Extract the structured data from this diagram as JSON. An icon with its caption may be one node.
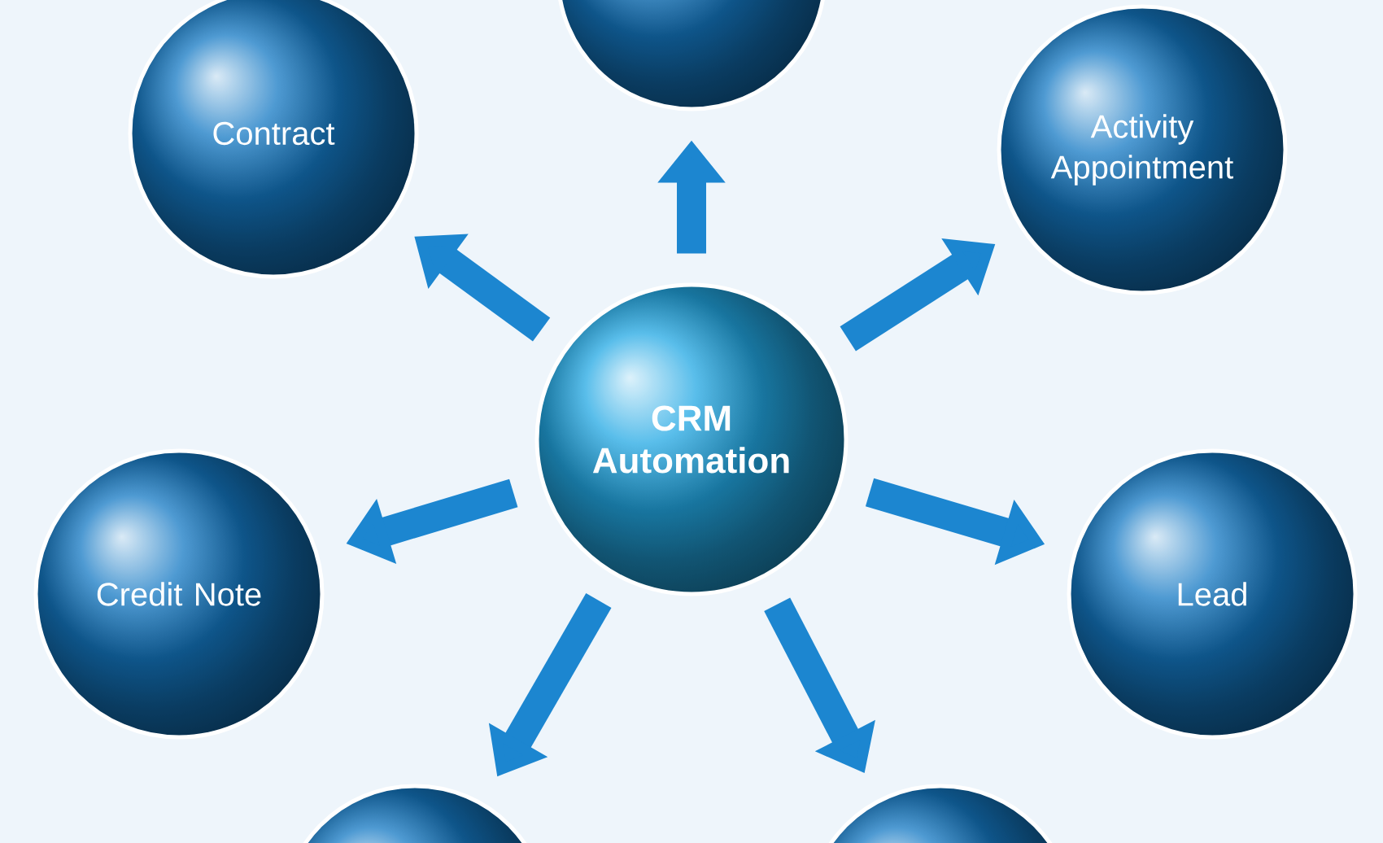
{
  "diagram": {
    "nodes": [
      {
        "text": [
          "CRM Automation"
        ]
      },
      {
        "text": [],
        "shape": "circle"
      },
      {
        "text": [
          "Contract"
        ]
      },
      {
        "text": [
          "Activity Appointment"
        ]
      },
      {
        "text": [
          "Credit Note"
        ]
      },
      {
        "text": [
          "Lead"
        ]
      },
      {
        "text": [],
        "shape": "circle"
      },
      {
        "text": [],
        "shape": "circle"
      }
    ],
    "edges": [
      {
        "from": 0,
        "to": 1,
        "arrow": "to"
      },
      {
        "from": 0,
        "to": 2,
        "arrow": "to"
      },
      {
        "from": 0,
        "to": 3,
        "arrow": "to"
      },
      {
        "from": 0,
        "to": 4,
        "arrow": "to"
      },
      {
        "from": 0,
        "to": 5,
        "arrow": "to"
      },
      {
        "from": 0,
        "to": 6,
        "arrow": "to"
      },
      {
        "from": 0,
        "to": 7,
        "arrow": "to"
      }
    ]
  }
}
